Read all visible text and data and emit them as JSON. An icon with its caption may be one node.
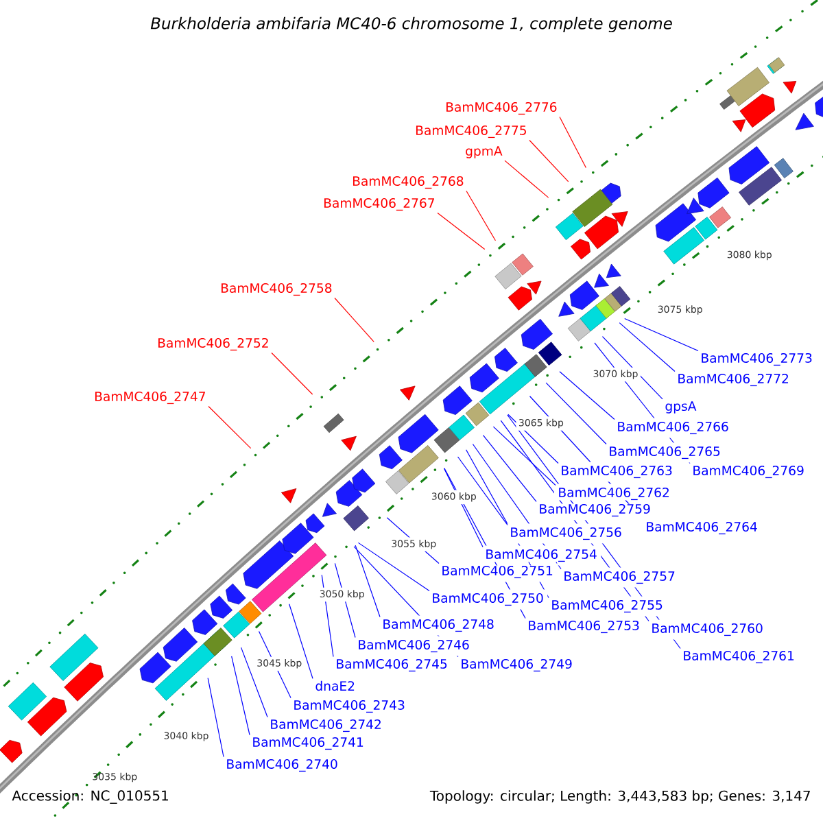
{
  "diagram": {
    "title": "Burkholderia ambifaria MC40-6 chromosome 1, complete genome",
    "nodes": [
      {
        "text": [
          "BamMC406_2776"
        ]
      },
      {
        "text": [
          "BamMC406_2775"
        ]
      },
      {
        "text": [
          "gpmA"
        ]
      },
      {
        "text": [
          "BamMC406_2768"
        ]
      },
      {
        "text": [
          "BamMC406_2767"
        ]
      },
      {
        "text": [
          "BamMC406_2758"
        ]
      },
      {
        "text": [
          "BamMC406_2752"
        ]
      },
      {
        "text": [
          "BamMC406_2747"
        ]
      },
      {
        "text": [
          "BamMC406_2773"
        ]
      },
      {
        "text": [
          "BamMC406_2772"
        ]
      },
      {
        "text": [
          "gpsA"
        ]
      },
      {
        "text": [
          "BamMC406_2766"
        ]
      },
      {
        "text": [
          "BamMC406_2765"
        ]
      },
      {
        "text": [
          "BamMC406_2769"
        ]
      },
      {
        "text": [
          "BamMC406_2763"
        ]
      },
      {
        "text": [
          "BamMC406_2762"
        ]
      },
      {
        "text": [
          "BamMC406_2759"
        ]
      },
      {
        "text": [
          "BamMC406_2764"
        ]
      },
      {
        "text": [
          "BamMC406_2756"
        ]
      },
      {
        "text": [
          "BamMC406_2754"
        ]
      },
      {
        "text": [
          "BamMC406_2751"
        ]
      },
      {
        "text": [
          "BamMC406_2757"
        ]
      },
      {
        "text": [
          "BamMC406_2750"
        ]
      },
      {
        "text": [
          "BamMC406_2755"
        ]
      },
      {
        "text": [
          "BamMC406_2753"
        ]
      },
      {
        "text": [
          "BamMC406_2748"
        ]
      },
      {
        "text": [
          "BamMC406_2760"
        ]
      },
      {
        "text": [
          "BamMC406_2746"
        ]
      },
      {
        "text": [
          "BamMC406_2761"
        ]
      },
      {
        "text": [
          "BamMC406_2745"
        ]
      },
      {
        "text": [
          "BamMC406_2749"
        ]
      },
      {
        "text": [
          "dnaE2"
        ]
      },
      {
        "text": [
          "BamMC406_2743"
        ]
      },
      {
        "text": [
          "BamMC406_2742"
        ]
      },
      {
        "text": [
          "BamMC406_2741"
        ]
      },
      {
        "text": [
          "BamMC406_2740"
        ]
      }
    ],
    "edges": [
      {
        "from": 0,
        "to": null,
        "arrow": "none",
        "color": "#ff0000"
      },
      {
        "from": 1,
        "to": null,
        "arrow": "none",
        "color": "#ff0000"
      },
      {
        "from": 2,
        "to": null,
        "arrow": "none",
        "color": "#ff0000"
      },
      {
        "from": 3,
        "to": null,
        "arrow": "none",
        "color": "#ff0000"
      },
      {
        "from": 4,
        "to": null,
        "arrow": "none",
        "color": "#ff0000"
      },
      {
        "from": 5,
        "to": null,
        "arrow": "none",
        "color": "#ff0000"
      },
      {
        "from": 6,
        "to": null,
        "arrow": "none",
        "color": "#ff0000"
      },
      {
        "from": 7,
        "to": null,
        "arrow": "none",
        "color": "#ff0000"
      },
      {
        "from": 8,
        "to": null,
        "arrow": "none"
      },
      {
        "from": 9,
        "to": null,
        "arrow": "none"
      },
      {
        "from": 10,
        "to": null,
        "arrow": "none"
      },
      {
        "from": 11,
        "to": null,
        "arrow": "none"
      },
      {
        "from": 12,
        "to": null,
        "arrow": "none"
      },
      {
        "from": 13,
        "to": null,
        "arrow": "none"
      },
      {
        "from": 14,
        "to": null,
        "arrow": "none"
      },
      {
        "from": 15,
        "to": null,
        "arrow": "none"
      },
      {
        "from": 16,
        "to": null,
        "arrow": "none"
      },
      {
        "from": 17,
        "to": null,
        "arrow": "none"
      },
      {
        "from": 18,
        "to": null,
        "arrow": "none"
      },
      {
        "from": 19,
        "to": null,
        "arrow": "none"
      },
      {
        "from": 20,
        "to": null,
        "arrow": "none"
      },
      {
        "from": 21,
        "to": null,
        "arrow": "none"
      },
      {
        "from": 22,
        "to": null,
        "arrow": "none"
      },
      {
        "from": 23,
        "to": null,
        "arrow": "none"
      },
      {
        "from": 24,
        "to": null,
        "arrow": "none"
      },
      {
        "from": 25,
        "to": null,
        "arrow": "none"
      },
      {
        "from": 26,
        "to": null,
        "arrow": "none"
      },
      {
        "from": 27,
        "to": null,
        "arrow": "none"
      },
      {
        "from": 28,
        "to": null,
        "arrow": "none"
      },
      {
        "from": 29,
        "to": null,
        "arrow": "none"
      },
      {
        "from": 30,
        "to": null,
        "arrow": "none"
      },
      {
        "from": 31,
        "to": null,
        "arrow": "none"
      },
      {
        "from": 32,
        "to": null,
        "arrow": "none"
      },
      {
        "from": 33,
        "to": null,
        "arrow": "none"
      },
      {
        "from": 34,
        "to": null,
        "arrow": "none"
      },
      {
        "from": 35,
        "to": null,
        "arrow": "none"
      }
    ],
    "labels": [
      "3035 kbp",
      "3040 kbp",
      "3045 kbp",
      "3050 kbp",
      "3055 kbp",
      "3060 kbp",
      "3065 kbp",
      "3070 kbp",
      "3075 kbp",
      "3080 kbp",
      "Accession: NC_010551",
      "Topology: circular; Length: 3,443,583 bp; Genes: 3,147"
    ]
  }
}
